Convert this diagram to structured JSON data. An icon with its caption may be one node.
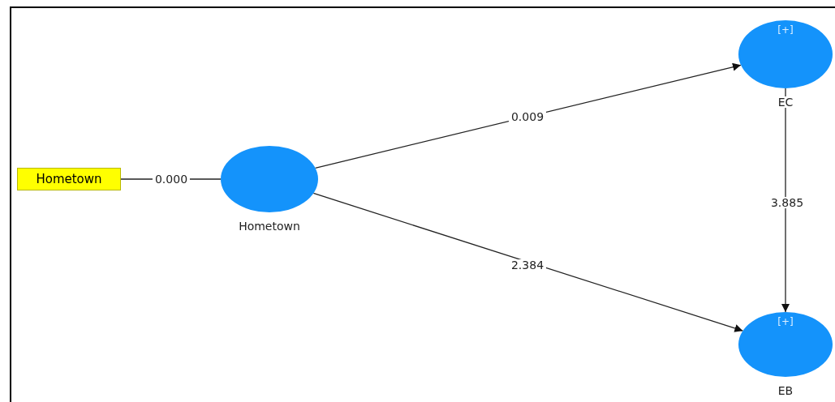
{
  "diagram": {
    "nodes": [
      {
        "text": [
          "Hometown"
        ]
      },
      {
        "text": [
          "Hometown"
        ]
      },
      {
        "text": [
          "[+]",
          "EC"
        ]
      },
      {
        "text": [
          "[+]",
          "EB"
        ]
      }
    ],
    "edges": [
      {
        "from": 0,
        "to": 1,
        "arrow": "none",
        "label": "0.000"
      },
      {
        "from": 1,
        "to": 2,
        "arrow": "to",
        "label": "0.009"
      },
      {
        "from": 1,
        "to": 3,
        "arrow": "to",
        "label": "2.384"
      },
      {
        "from": 2,
        "to": 3,
        "arrow": "to",
        "label": "3.885"
      }
    ]
  }
}
